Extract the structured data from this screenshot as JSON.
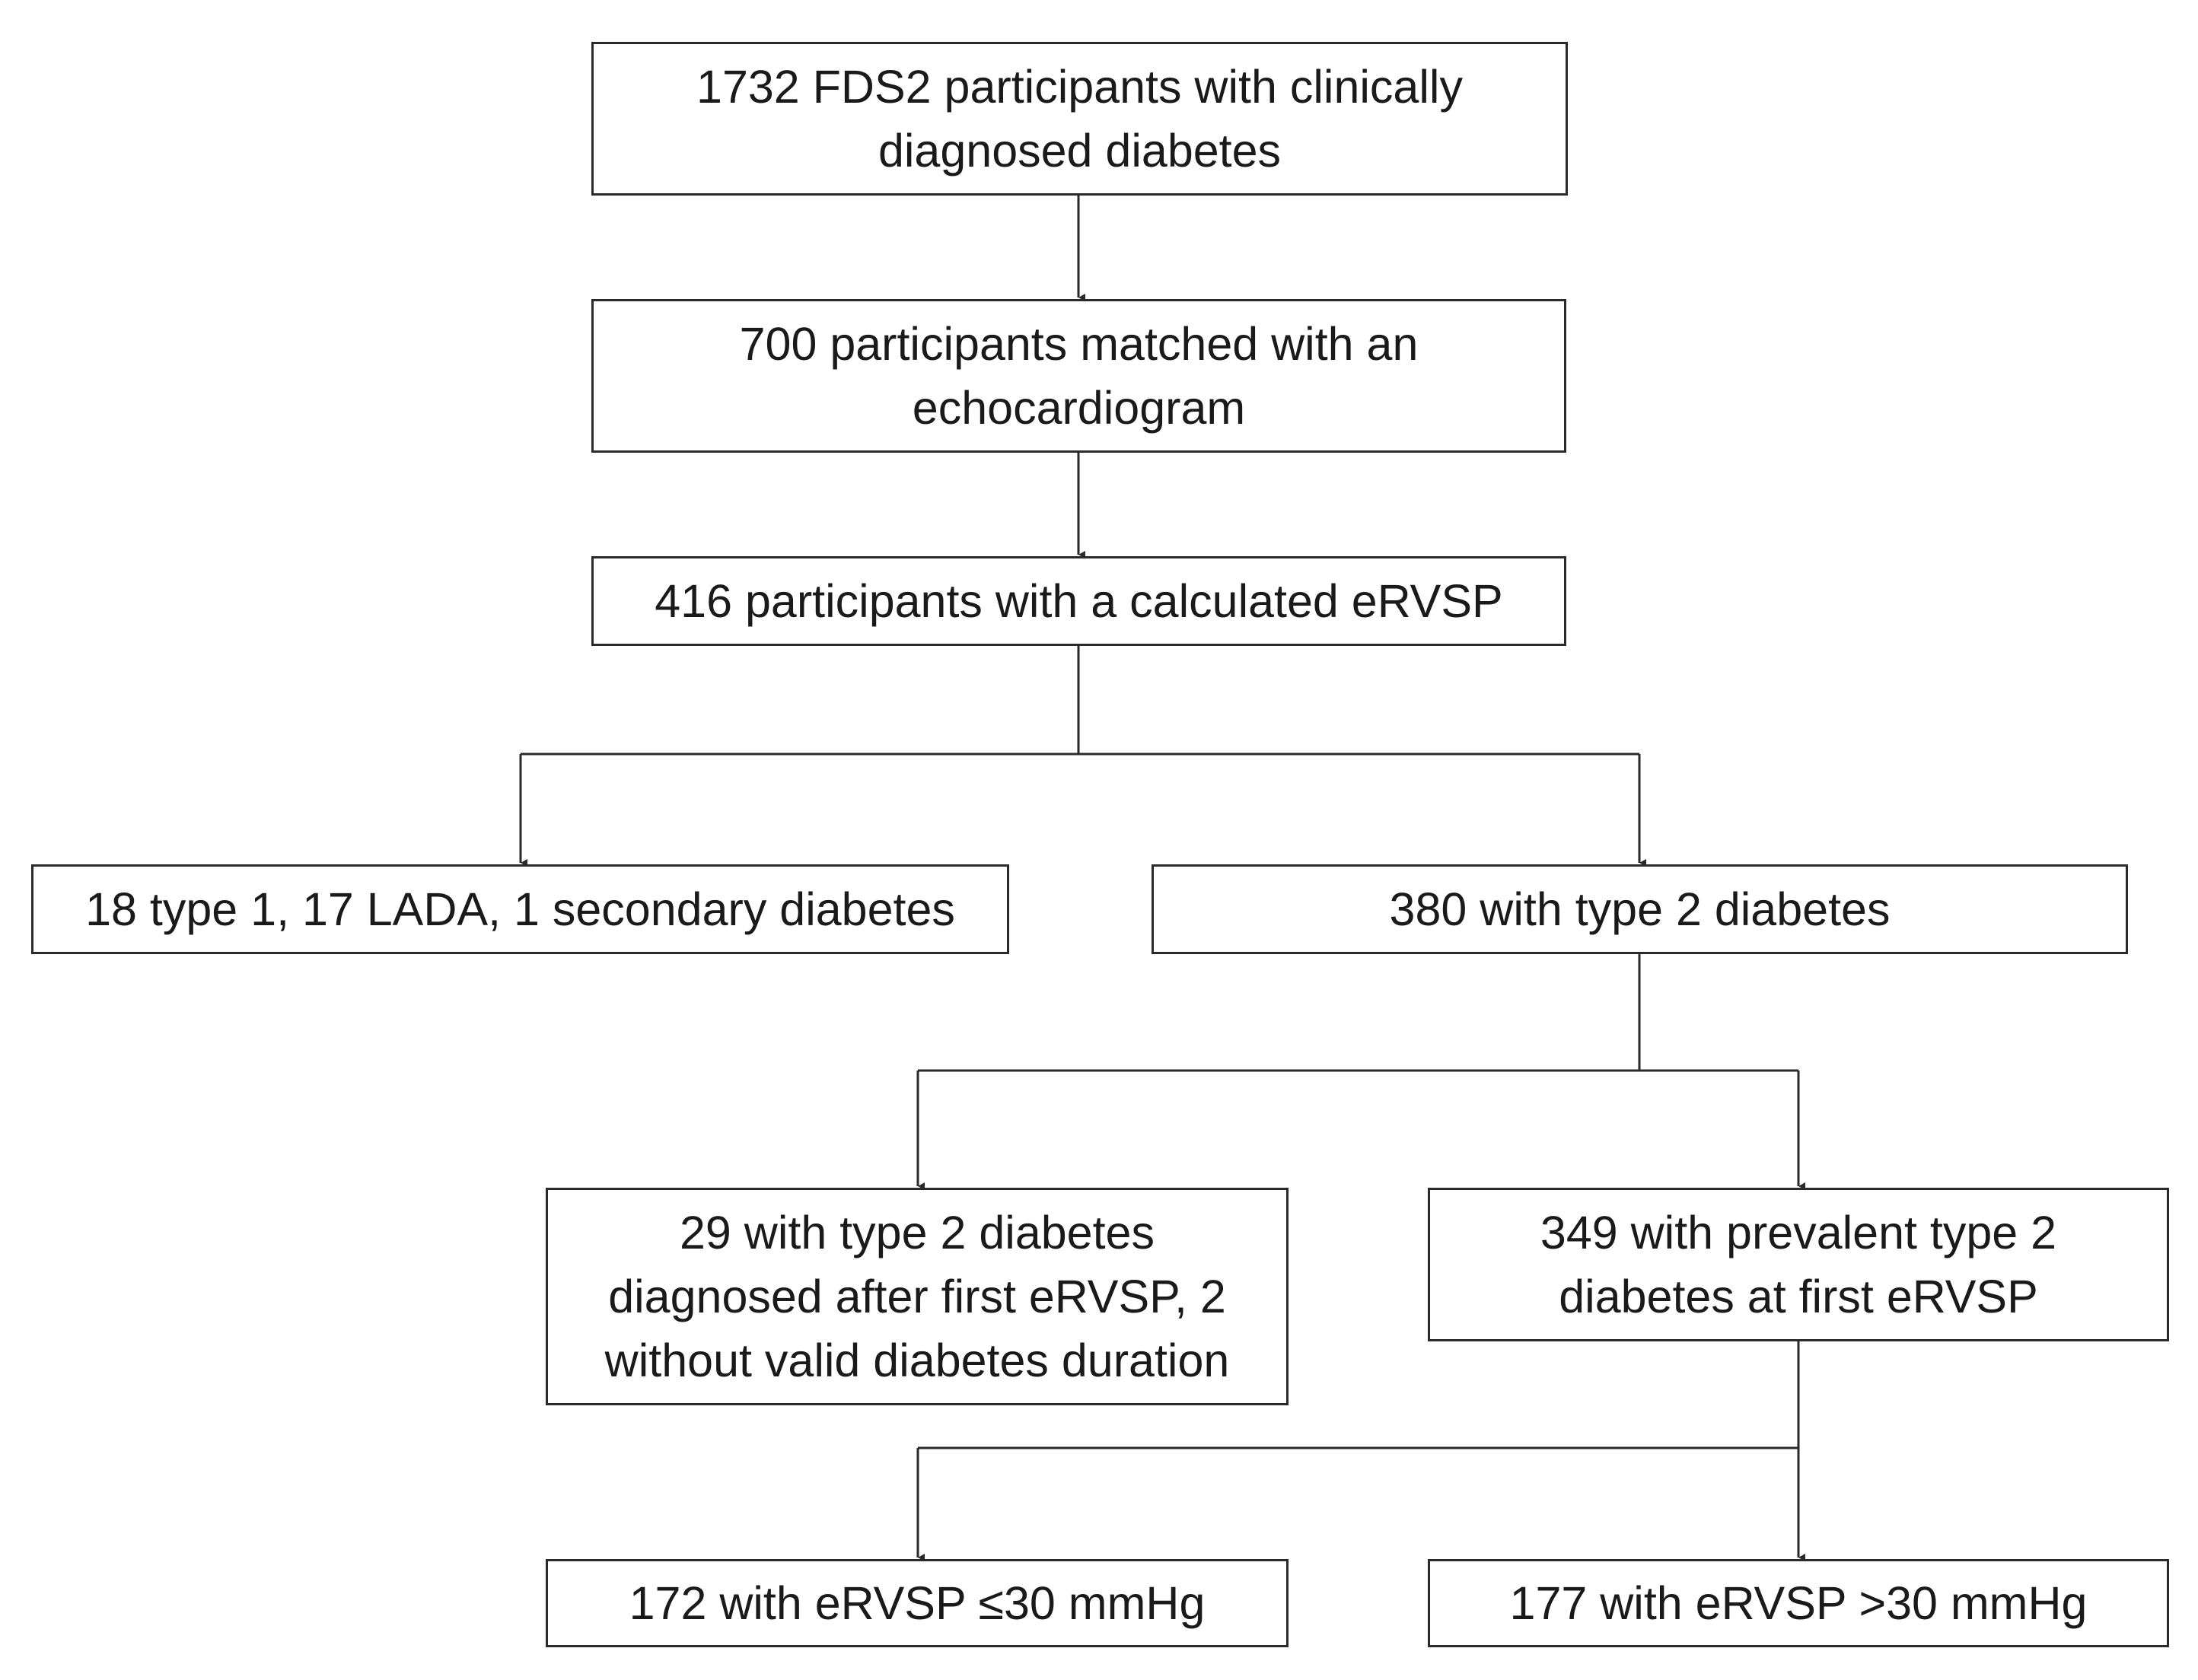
{
  "flowchart": {
    "boxes": {
      "total": "1732 FDS2 participants with clinically\ndiagnosed diabetes",
      "echo": "700 participants matched with an\nechocardiogram",
      "ervsp": "416 participants with a calculated eRVSP",
      "excluded_types": "18 type 1, 17 LADA, 1 secondary diabetes",
      "type2": "380 with type 2 diabetes",
      "excluded_duration": "29 with type 2 diabetes\ndiagnosed after first eRVSP, 2\nwithout valid diabetes duration",
      "prevalent": "349 with prevalent type 2\ndiabetes at first eRVSP",
      "low": "172 with eRVSP ≤30 mmHg",
      "high": "177 with eRVSP >30 mmHg"
    }
  },
  "colors": {
    "line": "#2a2a2a",
    "text": "#1a1a1a",
    "background": "#ffffff"
  }
}
